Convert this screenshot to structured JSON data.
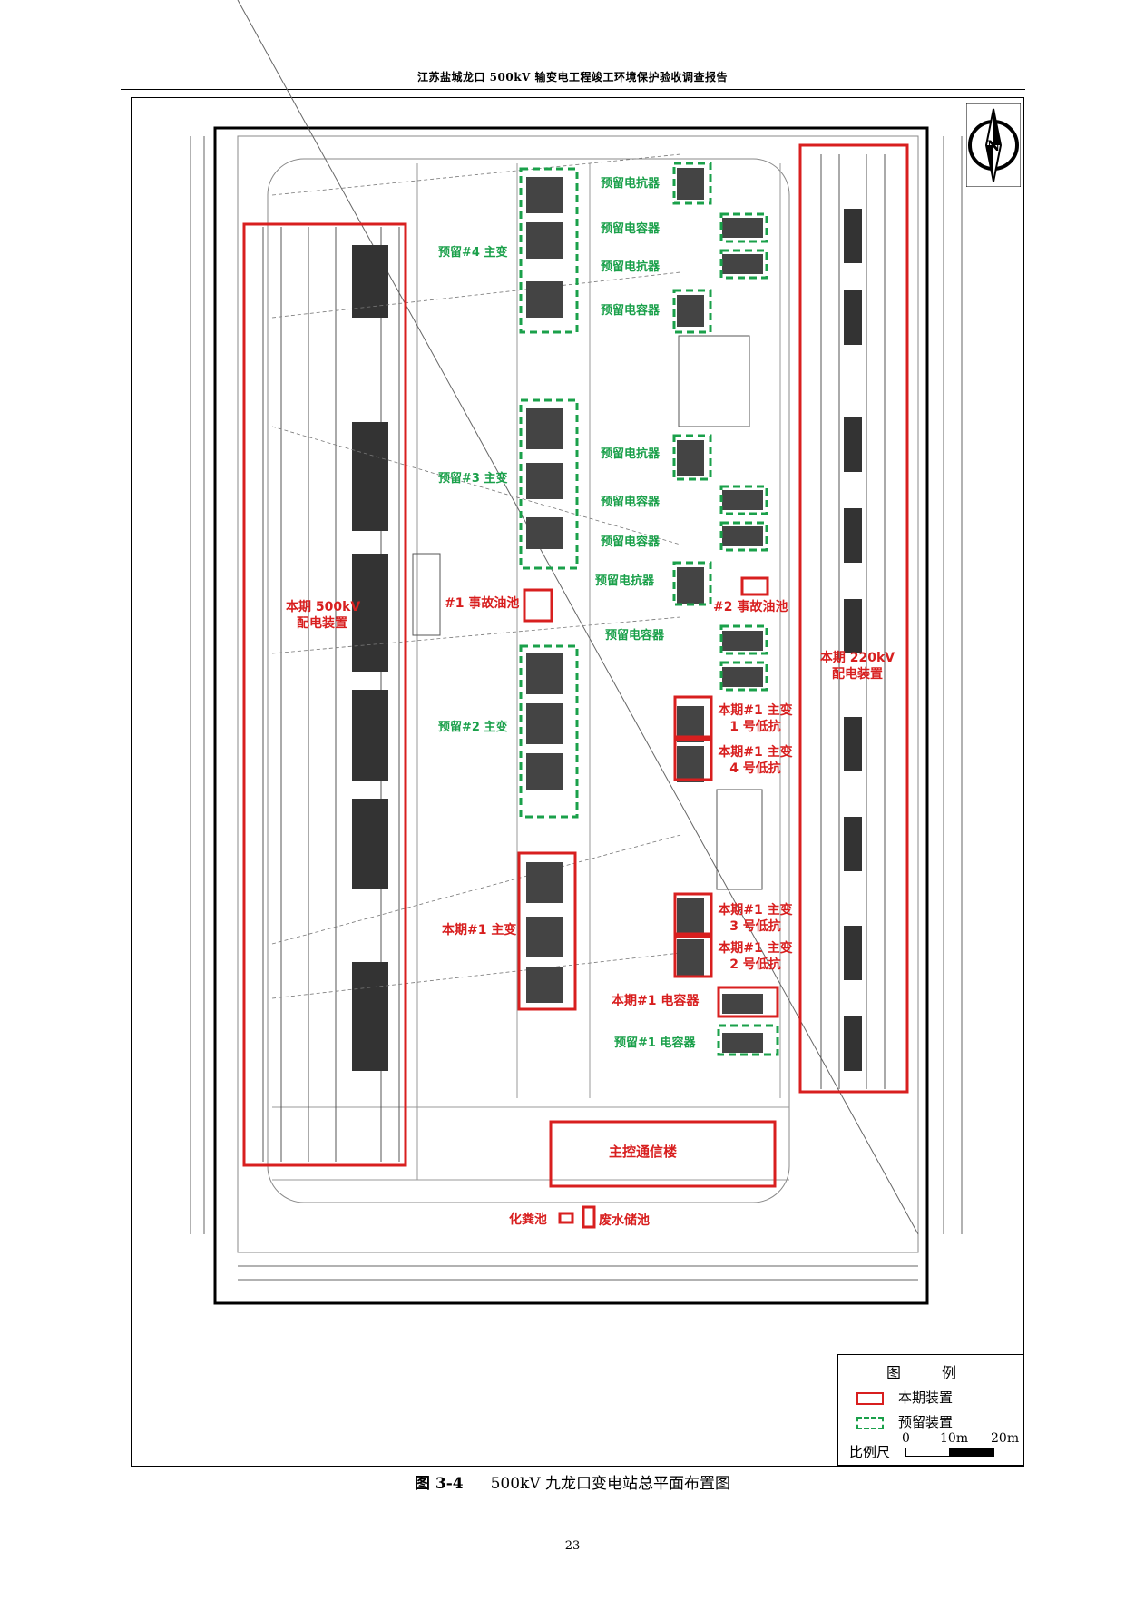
{
  "header": {
    "title": "江苏盐城龙口 500kV 输变电工程竣工环境保护验收调查报告"
  },
  "caption": {
    "figure_no": "图 3-4",
    "title": "500kV 九龙口变电站总平面布置图"
  },
  "page_number": "23",
  "compass": {
    "label": "N"
  },
  "legend": {
    "title": "图 例",
    "current_label": "本期装置",
    "reserved_label": "预留装置",
    "scale_label": "比例尺",
    "scale_ticks": [
      "0",
      "10m",
      "20m"
    ]
  },
  "labels": {
    "config_500_line1": "本期 500kV",
    "config_500_line2": "配电装置",
    "config_220_line1": "本期 220kV",
    "config_220_line2": "配电装置",
    "reserve_t4": "预留#4 主变",
    "reserve_t3": "预留#3 主变",
    "reserve_t2": "预留#2 主变",
    "current_t1": "本期#1 主变",
    "oil_pool_1": "#1 事故油池",
    "oil_pool_2": "#2 事故油池",
    "t1_low_1_line1": "本期#1 主变",
    "t1_low_1_line2": "1 号低抗",
    "t1_low_4_line1": "本期#1 主变",
    "t1_low_4_line2": "4 号低抗",
    "t1_low_3_line1": "本期#1 主变",
    "t1_low_3_line2": "3 号低抗",
    "t1_low_2_line1": "本期#1 主变",
    "t1_low_2_line2": "2 号低抗",
    "current_capacitor": "本期#1 电容器",
    "reserve_capacitor": "预留#1 电容器",
    "reserve_reactor_a": "预留电抗器",
    "reserve_reactor_b": "预留电容器",
    "reserve_reactor_c": "预留电抗器",
    "reserve_reactor_d": "预留电容器",
    "reserve_reactor_e": "预留电抗器",
    "reserve_reactor_f": "预留电容器",
    "reserve_reactor_g": "预留电容器",
    "reserve_reactor_h": "预留电抗器",
    "reserve_reactor_i": "预留电容器",
    "control_building": "主控通信楼",
    "septic_tank": "化粪池",
    "waste_pool": "废水储池"
  },
  "colors": {
    "current": "#d81f1f",
    "reserved": "#1aa04a",
    "drawing": "#555555"
  }
}
